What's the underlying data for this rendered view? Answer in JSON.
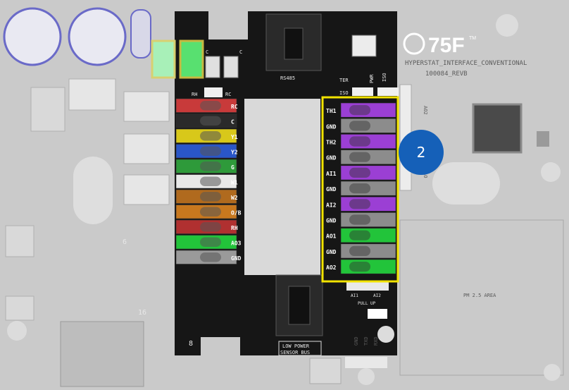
{
  "board": {
    "brand_logo": "75F",
    "trademark": "TM",
    "model": "HYPERSTAT_INTERFACE_CONVENTIONAL",
    "revision": "100084_REVB",
    "pm_area_label": "PM 2.5 AREA",
    "rs485_label": "RS485",
    "low_power_label_1": "LOW POWER",
    "low_power_label_2": "SENSOR BUS",
    "ter_iso": [
      "TER",
      "ISO"
    ],
    "pwr_iso": [
      "PWR",
      "ISO"
    ],
    "rh_rc": [
      "RH",
      "RC"
    ],
    "cap_labels": [
      "C",
      "C"
    ],
    "ao_side_labels": [
      "AO2",
      "AO"
    ],
    "ai_bottom": [
      "AI1",
      "AI2"
    ],
    "pull_up": "PULL UP",
    "bottom_pins": [
      "GND",
      "TXD",
      "RXD"
    ],
    "left_numbers": [
      "6",
      "16",
      "8"
    ]
  },
  "left_terminals": [
    {
      "label": "RC",
      "color": "#c83a3a"
    },
    {
      "label": "C",
      "color": "#2a2a2a"
    },
    {
      "label": "Y1",
      "color": "#d8c81a"
    },
    {
      "label": "Y2",
      "color": "#2a56c8"
    },
    {
      "label": "G",
      "color": "#2e9a3a"
    },
    {
      "label": "W1",
      "color": "#e8e8e8"
    },
    {
      "label": "W2",
      "color": "#b06a1e"
    },
    {
      "label": "O/B",
      "color": "#c8781e"
    },
    {
      "label": "RH",
      "color": "#b03030"
    },
    {
      "label": "AO3",
      "color": "#22c43a"
    },
    {
      "label": "GND",
      "color": "#9a9a9a"
    }
  ],
  "right_terminals": [
    {
      "label": "TH1",
      "color": "#9b3fd4"
    },
    {
      "label": "GND",
      "color": "#8c8c8c"
    },
    {
      "label": "TH2",
      "color": "#9b3fd4"
    },
    {
      "label": "GND",
      "color": "#8c8c8c"
    },
    {
      "label": "AI1",
      "color": "#9b3fd4"
    },
    {
      "label": "GND",
      "color": "#8c8c8c"
    },
    {
      "label": "AI2",
      "color": "#9b3fd4"
    },
    {
      "label": "GND",
      "color": "#8c8c8c"
    },
    {
      "label": "AO1",
      "color": "#22c43a"
    },
    {
      "label": "GND",
      "color": "#8c8c8c"
    },
    {
      "label": "AO2",
      "color": "#22c43a"
    }
  ],
  "callout": {
    "number": "2",
    "color": "#1560b8"
  },
  "highlight_color": "#f2e300",
  "colors": {
    "pcb_faded": "#c9c9c9",
    "pcb_dark": "#161616",
    "window": "#d8d8d8"
  }
}
